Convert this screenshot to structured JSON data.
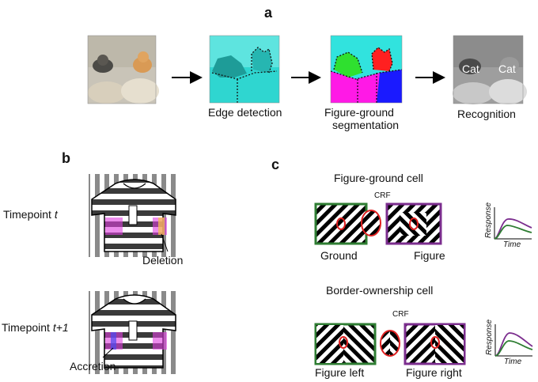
{
  "panel_a": {
    "label": "a",
    "steps": [
      {
        "caption_lines": []
      },
      {
        "caption_lines": [
          "Edge detection"
        ]
      },
      {
        "caption_lines": [
          "Figure-ground",
          "segmentation"
        ]
      },
      {
        "caption_lines": [
          "Recognition"
        ]
      }
    ],
    "recognition_labels": [
      "Cat",
      "Cat"
    ]
  },
  "panel_b": {
    "label": "b",
    "timepoint_t": {
      "prefix": "Timepoint ",
      "var": "t"
    },
    "timepoint_t1": {
      "prefix": "Timepoint ",
      "var": "t+1"
    },
    "deletion": "Deletion",
    "accretion": "Accretion"
  },
  "panel_c": {
    "label": "c",
    "fg_title": "Figure-ground cell",
    "bo_title": "Border-ownership cell",
    "crf": "CRF",
    "ground": "Ground",
    "figure": "Figure",
    "figure_left": "Figure left",
    "figure_right": "Figure right",
    "response": "Response",
    "time": "Time"
  },
  "colors": {
    "edge_cyan": "#2fd6d0",
    "seg_green": "#2fe02f",
    "seg_red": "#ff2020",
    "seg_magenta": "#ff19e6",
    "seg_blue": "#1a1aff",
    "seg_cyan": "#31e3de",
    "green_frame": "#2e7d32",
    "purple_frame": "#7b2d8e",
    "crf_red": "#e02020",
    "highlight_magenta": "#e040e0"
  }
}
